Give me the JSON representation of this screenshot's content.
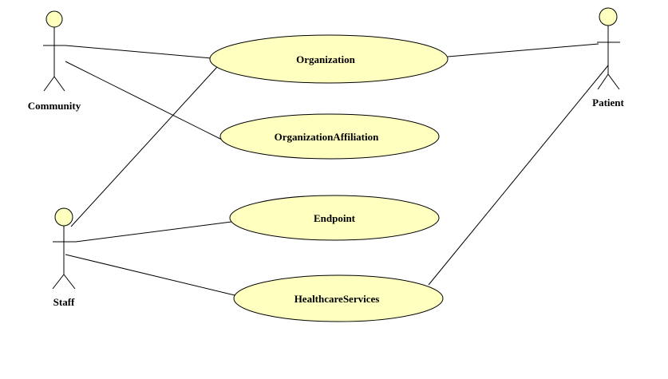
{
  "colors": {
    "background": "#ffffff",
    "fill": "#ffffc0",
    "stroke": "#000000"
  },
  "actors": {
    "community": {
      "label": "Community"
    },
    "staff": {
      "label": "Staff"
    },
    "patient": {
      "label": "Patient"
    }
  },
  "use_cases": {
    "organization": {
      "label": "Organization"
    },
    "organization_affiliation": {
      "label": "OrganizationAffiliation"
    },
    "endpoint": {
      "label": "Endpoint"
    },
    "healthcare_services": {
      "label": "HealthcareServices"
    }
  },
  "associations": [
    {
      "from": "Community",
      "to": "Organization"
    },
    {
      "from": "Community",
      "to": "OrganizationAffiliation"
    },
    {
      "from": "Staff",
      "to": "Organization"
    },
    {
      "from": "Staff",
      "to": "Endpoint"
    },
    {
      "from": "Staff",
      "to": "HealthcareServices"
    },
    {
      "from": "Patient",
      "to": "Organization"
    },
    {
      "from": "Patient",
      "to": "HealthcareServices"
    }
  ]
}
